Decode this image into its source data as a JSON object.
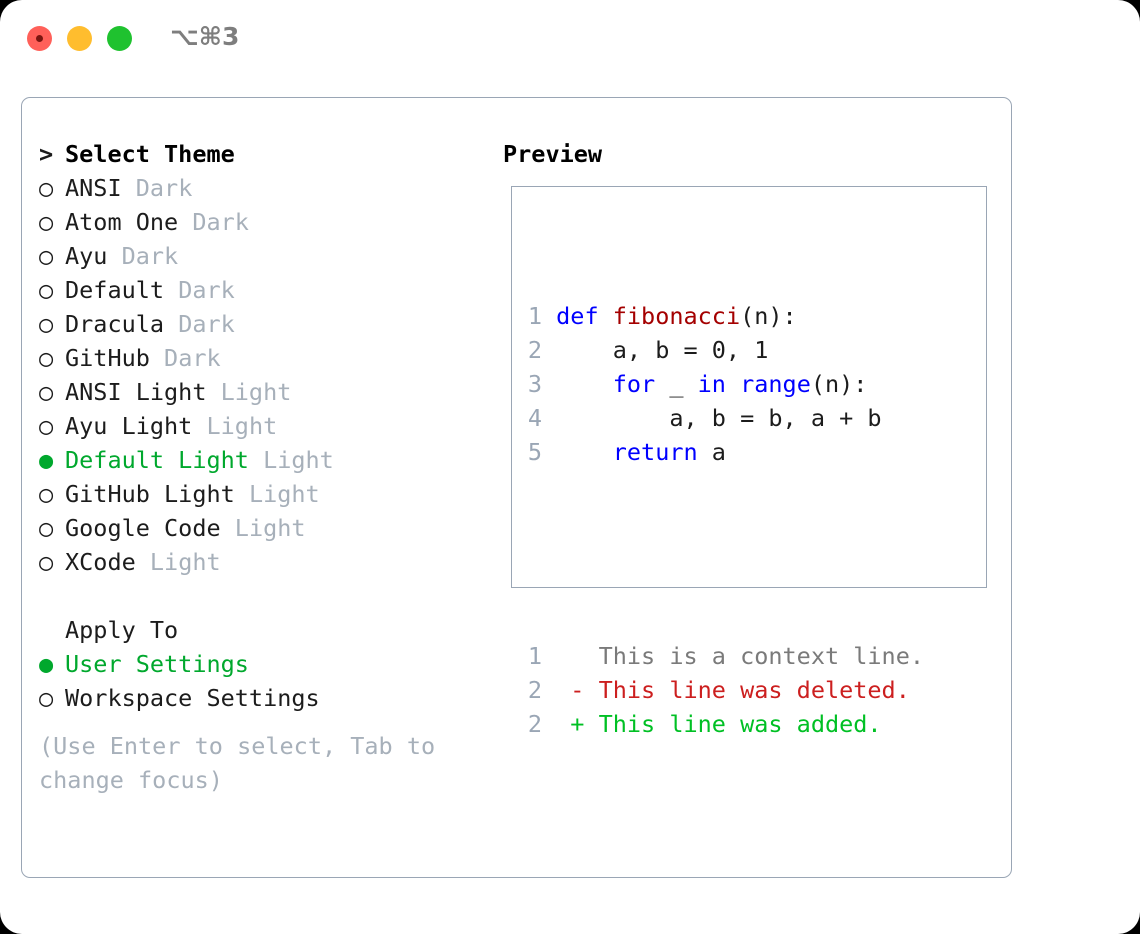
{
  "titlebar": {
    "shortcut": "⌥⌘3",
    "buttons": [
      {
        "name": "close",
        "color": "#ff6059"
      },
      {
        "name": "minimize",
        "color": "#ffbd2e"
      },
      {
        "name": "maximize",
        "color": "#1fc22f"
      }
    ]
  },
  "theme_picker": {
    "header_marker": ">",
    "header": "Select Theme",
    "marker_unselected": "○",
    "marker_selected": "●",
    "items": [
      {
        "marker": "○",
        "name": "ANSI",
        "variant": "Dark",
        "selected": false
      },
      {
        "marker": "○",
        "name": "Atom One",
        "variant": "Dark",
        "selected": false
      },
      {
        "marker": "○",
        "name": "Ayu",
        "variant": "Dark",
        "selected": false
      },
      {
        "marker": "○",
        "name": "Default",
        "variant": "Dark",
        "selected": false
      },
      {
        "marker": "○",
        "name": "Dracula",
        "variant": "Dark",
        "selected": false
      },
      {
        "marker": "○",
        "name": "GitHub",
        "variant": "Dark",
        "selected": false
      },
      {
        "marker": "○",
        "name": "ANSI Light",
        "variant": "Light",
        "selected": false
      },
      {
        "marker": "○",
        "name": "Ayu Light",
        "variant": "Light",
        "selected": false
      },
      {
        "marker": "●",
        "name": "Default Light",
        "variant": "Light",
        "selected": true
      },
      {
        "marker": "○",
        "name": "GitHub Light",
        "variant": "Light",
        "selected": false
      },
      {
        "marker": "○",
        "name": "Google Code",
        "variant": "Light",
        "selected": false
      },
      {
        "marker": "○",
        "name": "XCode",
        "variant": "Light",
        "selected": false
      }
    ]
  },
  "apply_to": {
    "header": "Apply To",
    "items": [
      {
        "marker": "●",
        "name": "User Settings",
        "selected": true
      },
      {
        "marker": "○",
        "name": "Workspace Settings",
        "selected": false
      }
    ]
  },
  "hint": "(Use Enter to select, Tab to change focus)",
  "preview": {
    "title": "Preview",
    "code_lines": [
      {
        "num": "1",
        "segments": [
          {
            "text": "def",
            "style": "kw"
          },
          {
            "text": " ",
            "style": "pl"
          },
          {
            "text": "fibonacci",
            "style": "fn"
          },
          {
            "text": "(n):",
            "style": "pl"
          }
        ]
      },
      {
        "num": "2",
        "segments": [
          {
            "text": "    a, b = 0, 1",
            "style": "pl"
          }
        ]
      },
      {
        "num": "3",
        "segments": [
          {
            "text": "    ",
            "style": "pl"
          },
          {
            "text": "for",
            "style": "kw"
          },
          {
            "text": " _ ",
            "style": "pl"
          },
          {
            "text": "in",
            "style": "kw"
          },
          {
            "text": " ",
            "style": "pl"
          },
          {
            "text": "range",
            "style": "kw"
          },
          {
            "text": "(n):",
            "style": "pl"
          }
        ]
      },
      {
        "num": "4",
        "segments": [
          {
            "text": "        a, b = b, a + b",
            "style": "pl"
          }
        ]
      },
      {
        "num": "5",
        "segments": [
          {
            "text": "    ",
            "style": "pl"
          },
          {
            "text": "return",
            "style": "kw"
          },
          {
            "text": " a",
            "style": "pl"
          }
        ]
      }
    ],
    "diff_lines": [
      {
        "num": "1",
        "prefix": "  ",
        "text": "This is a context line.",
        "style": "ctx"
      },
      {
        "num": "2",
        "prefix": "- ",
        "text": "This line was deleted.",
        "style": "del"
      },
      {
        "num": "2",
        "prefix": "+ ",
        "text": "This line was added.",
        "style": "add"
      }
    ]
  },
  "colors": {
    "accent_green": "#00a82d",
    "muted": "#a7b0ba",
    "border": "#9aa6b5",
    "keyword_blue": "#0000ff",
    "function_red": "#a40000",
    "diff_add": "#00c024",
    "diff_del": "#cc1f1f",
    "context_gray": "#7a7a7a"
  }
}
